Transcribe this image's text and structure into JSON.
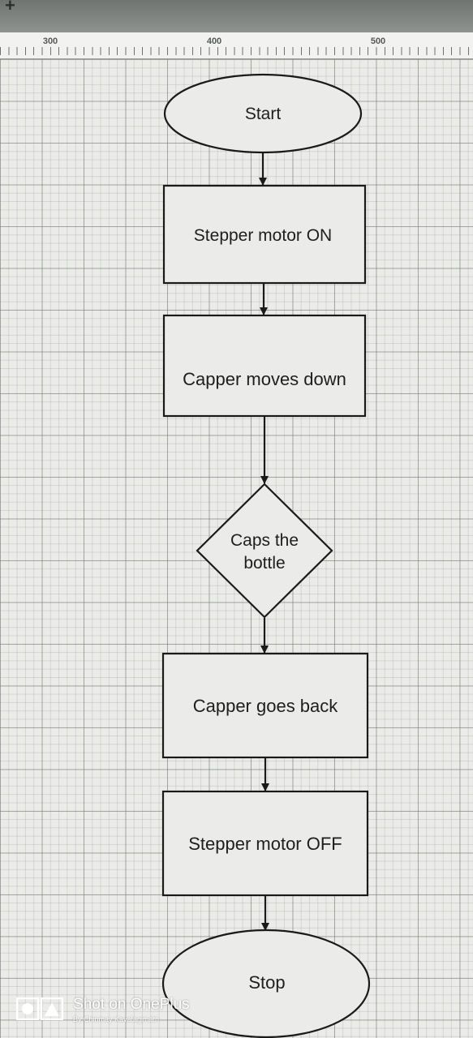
{
  "ruler": {
    "ticks": [
      "300",
      "400",
      "500"
    ]
  },
  "flowchart": {
    "start": "Start",
    "step1": "Stepper motor ON",
    "step2": "Capper moves down",
    "decision_line1": "Caps the",
    "decision_line2": "bottle",
    "step3": "Capper goes back",
    "step4": "Stepper motor OFF",
    "stop": "Stop"
  },
  "watermark": {
    "title": "Shot on OnePlus",
    "subtitle": "By Chinmay Kavatagimath",
    "icon": "camera-icon"
  },
  "colors": {
    "shape_fill": "#ebece9",
    "stroke": "#1a1a1a",
    "grid": "#787c76"
  }
}
